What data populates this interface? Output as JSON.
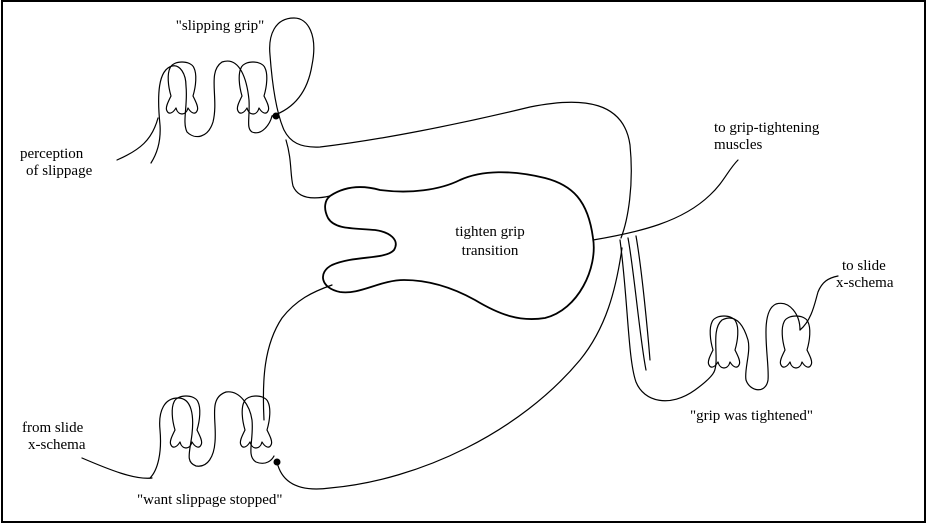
{
  "labels": {
    "slipping_grip": "\"slipping grip\"",
    "perception_line1": "perception",
    "perception_line2": "of slippage",
    "to_grip_line1": "to grip-tightening",
    "to_grip_line2": "muscles",
    "transition_line1": "tighten grip",
    "transition_line2": "transition",
    "to_slide_line1": "to slide",
    "to_slide_line2": "x-schema",
    "grip_tightened": "\"grip was tightened\"",
    "from_slide_line1": "from slide",
    "from_slide_line2": "x-schema",
    "want_stopped": "\"want slippage stopped\""
  }
}
